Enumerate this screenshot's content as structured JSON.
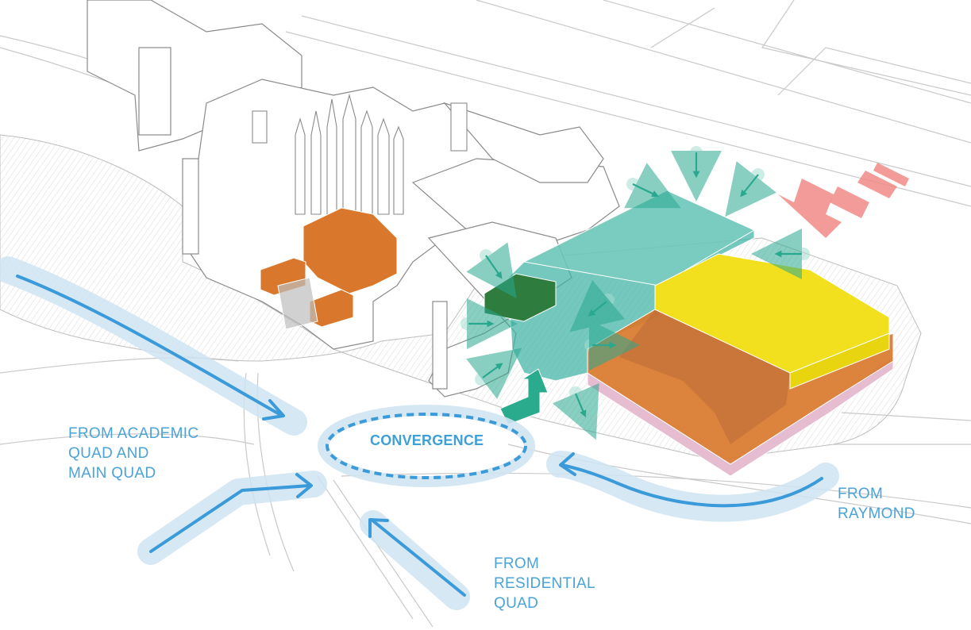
{
  "labels": {
    "academic": [
      "FROM ACADEMIC",
      "QUAD AND",
      "MAIN QUAD"
    ],
    "residential": [
      "FROM",
      "RESIDENTIAL",
      "QUAD"
    ],
    "raymond": [
      "FROM",
      "RAYMOND"
    ],
    "convergence": "CONVERGENCE"
  },
  "colors": {
    "flow_arrow": "#3b9ad9",
    "flow_halo": "#cfe4f2",
    "access_arrow": "#8fd3c4",
    "teal_mass": "#3fb3a3",
    "dark_green_mass": "#2f7d3e",
    "yellow_mass": "#f2e01e",
    "orange_mass": "#d9782c",
    "pink_base": "#e6bcd0",
    "red_arrow": "#f08a86",
    "linework": "#9a9a9a"
  }
}
